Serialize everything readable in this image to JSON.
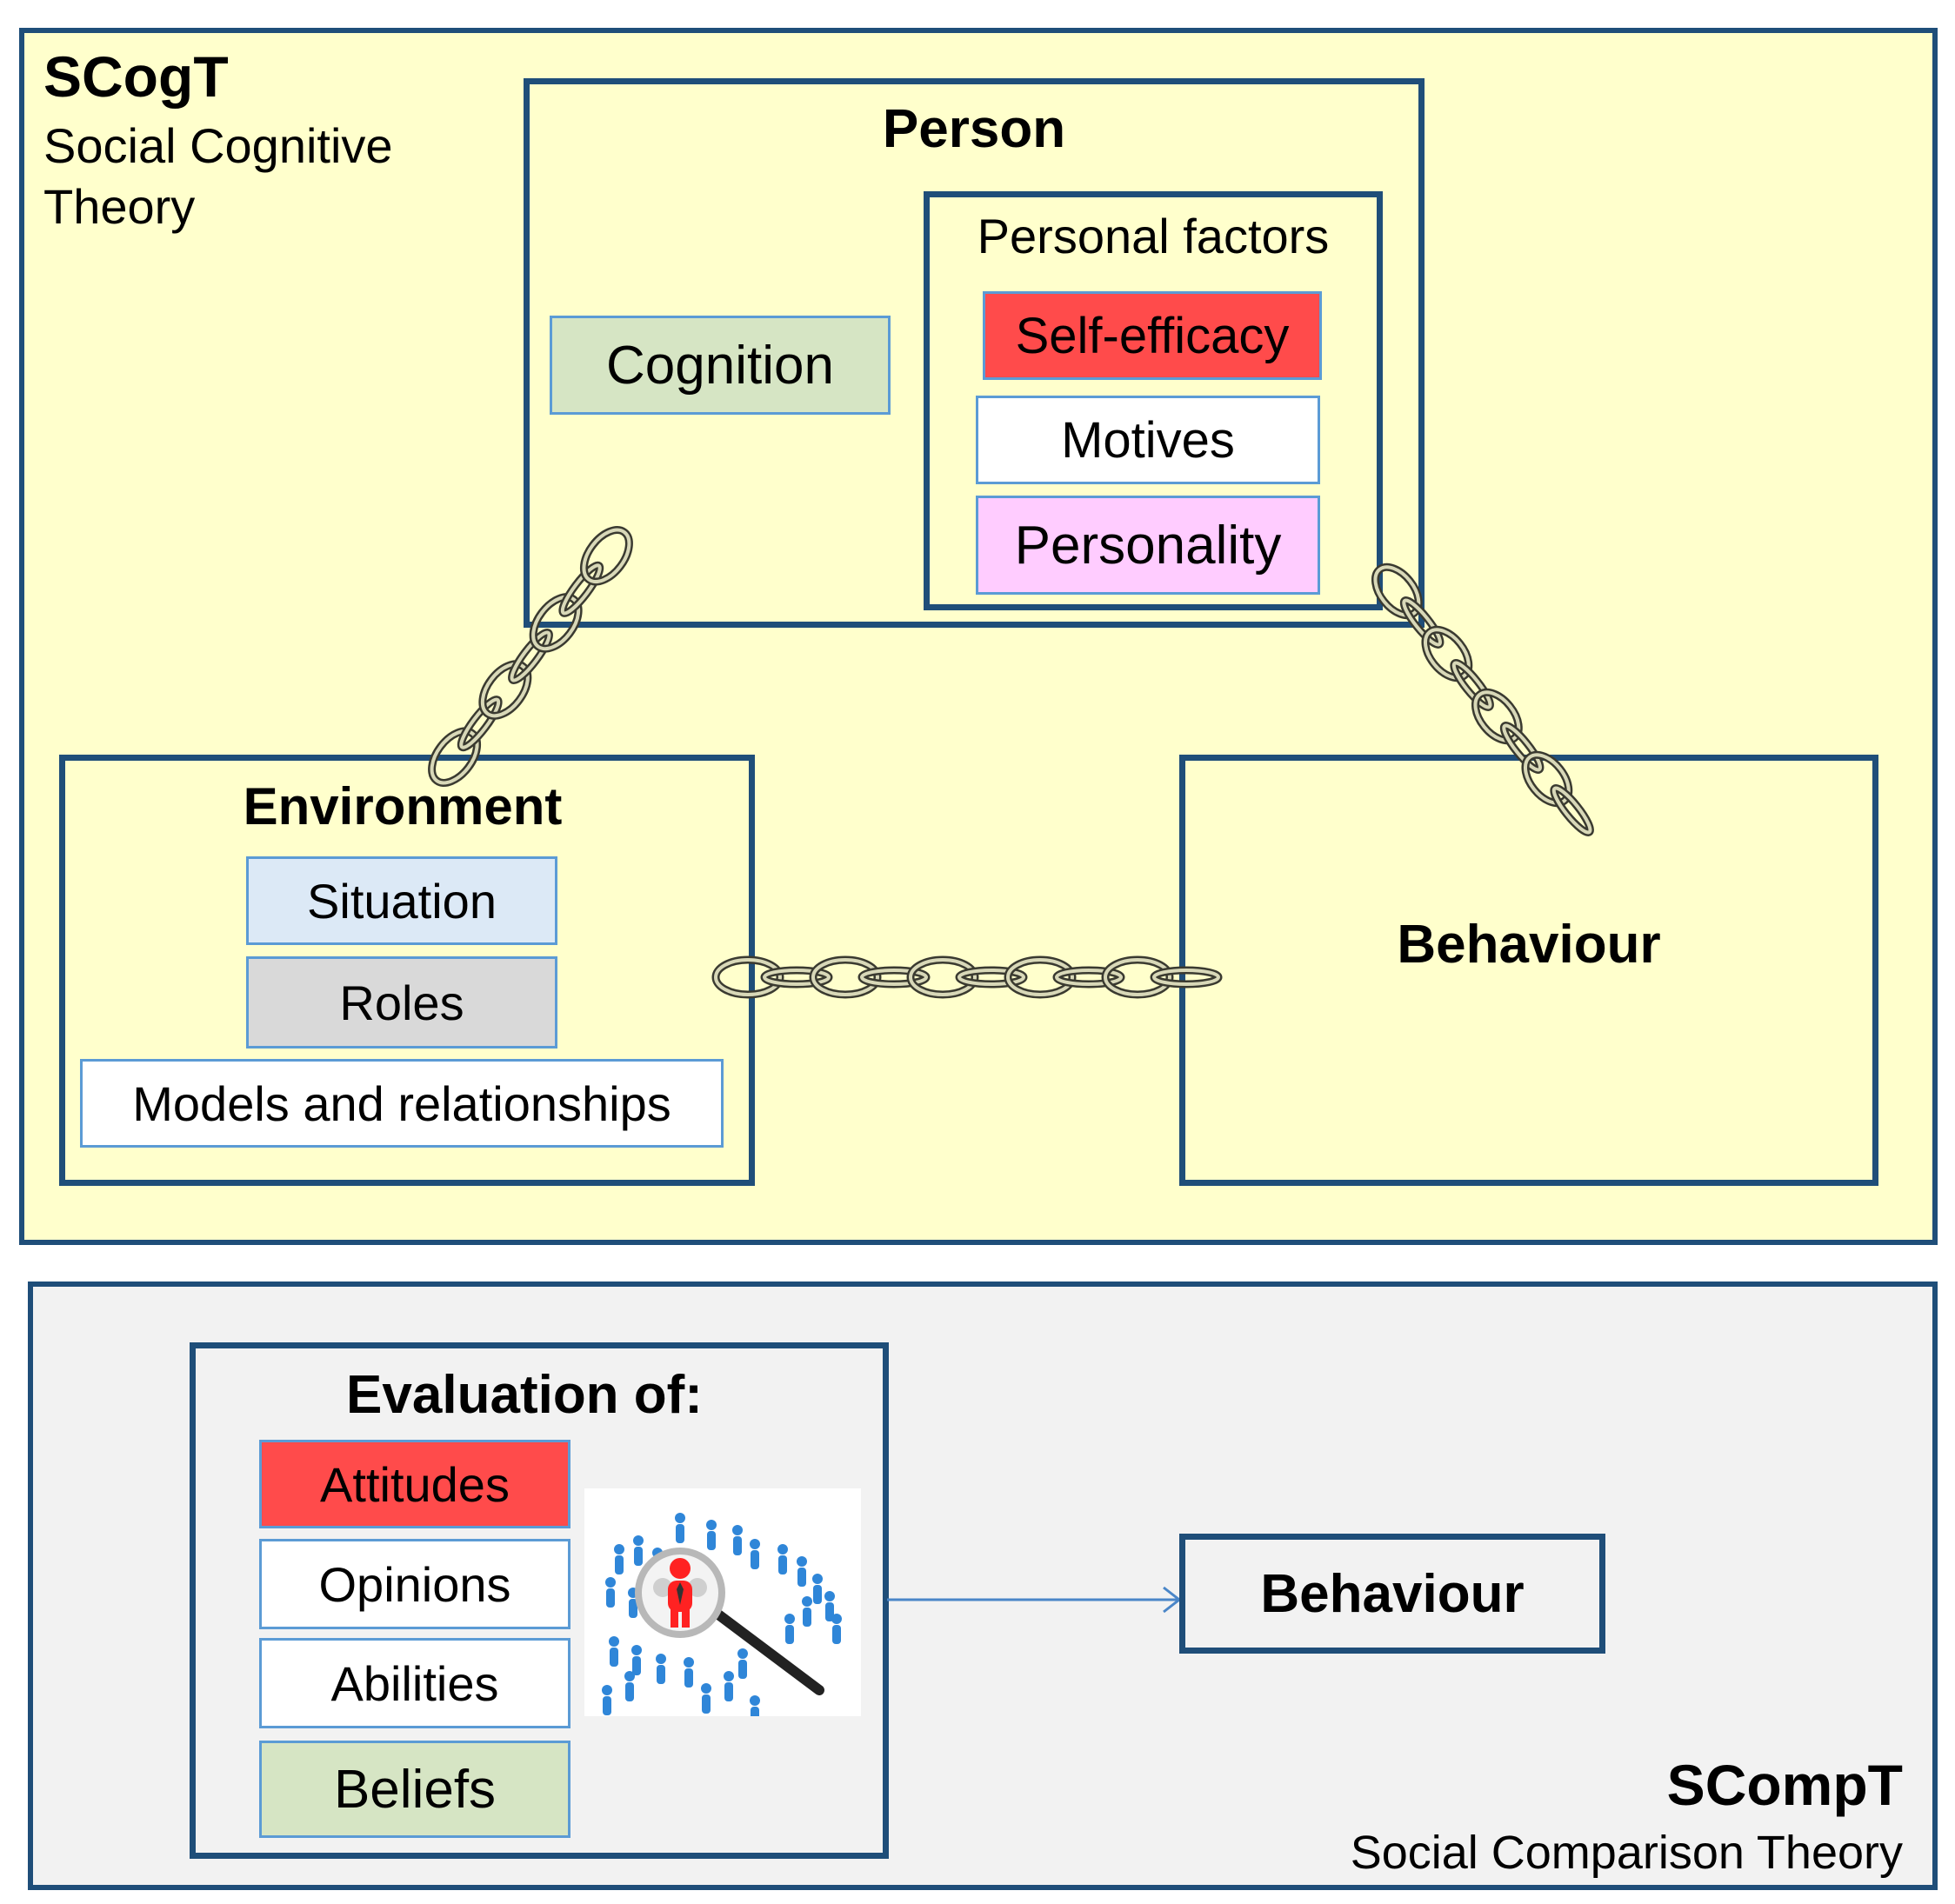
{
  "scogt": {
    "abbr": "SCogT",
    "name_line1": "Social Cognitive",
    "name_line2": "Theory",
    "person": {
      "title": "Person",
      "cognition": "Cognition",
      "personal_factors": {
        "title": "Personal factors",
        "items": [
          "Self-efficacy",
          "Motives",
          "Personality"
        ]
      }
    },
    "environment": {
      "title": "Environment",
      "items": [
        "Situation",
        "Roles",
        "Models and relationships"
      ]
    },
    "behaviour": "Behaviour"
  },
  "scompt": {
    "abbr": "SCompT",
    "name": "Social Comparison Theory",
    "evaluation": {
      "title": "Evaluation of:",
      "items": [
        "Attitudes",
        "Opinions",
        "Abilities",
        "Beliefs"
      ]
    },
    "behaviour": "Behaviour"
  },
  "colors": {
    "scogt_background": "#ffffcc",
    "scompt_background": "#f2f2f2",
    "border": "#1f4e79",
    "red": "#ff4b4b",
    "pink": "#ffccff",
    "green": "#d6e5c4",
    "blue_light": "#dce9f6",
    "gray": "#d9d9d9",
    "white": "#ffffff"
  },
  "icons": {
    "chain": "chain-link-icon",
    "crowd": "crowd-magnifier-icon"
  }
}
